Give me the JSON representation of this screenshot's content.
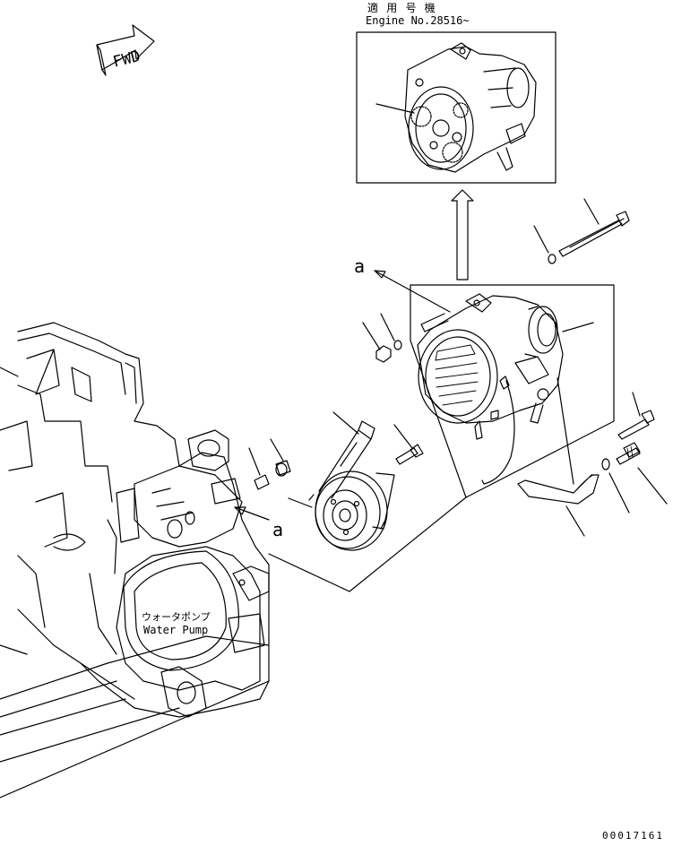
{
  "applicability": {
    "heading": "適 用 号 機",
    "engine_serial": "Engine No.28516~"
  },
  "direction_arrow": {
    "label": "FWD"
  },
  "reference_marks": {
    "upper": "a",
    "lower": "a"
  },
  "water_pump": {
    "label_jp": "ウォータポンプ",
    "label_en": "Water Pump"
  },
  "drawing_number": "00017161",
  "icons": {
    "fwd": "direction-arrow-icon",
    "alternator": "alternator-icon",
    "pulley": "pulley-icon",
    "belt": "v-belt-icon",
    "bracket": "adjusting-bracket-icon"
  }
}
